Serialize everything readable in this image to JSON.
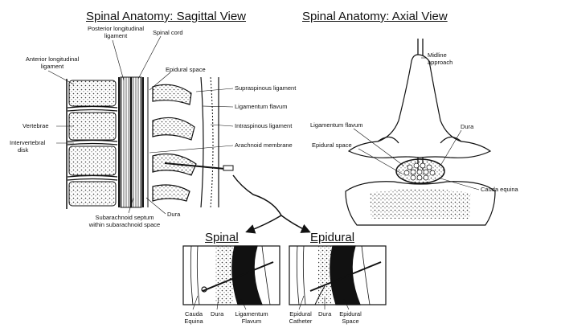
{
  "titles": {
    "sagittal": "Spinal Anatomy: Sagittal View",
    "axial": "Spinal Anatomy: Axial View",
    "spinal": "Spinal",
    "epidural": "Epidural"
  },
  "sagittal_labels": {
    "anterior_longitudinal": "Anterior longitudinal",
    "ligament_1": "ligament",
    "posterior_longitudinal": "Posterior longitudinal",
    "ligament_2": "ligament",
    "spinal_cord": "Spinal cord",
    "epidural_space": "Epidural space",
    "supraspinous": "Supraspinous ligament",
    "ligamentum_flavum": "Ligamentum flavum",
    "vertebrae": "Vertebrae",
    "intraspinous": "Intraspinous ligament",
    "intervertebral": "Intervertebral",
    "disk": "disk",
    "arachnoid": "Arachnoid membrane",
    "subarachnoid_1": "Subarachnoid septum",
    "subarachnoid_2": "within subarachnoid space",
    "dura": "Dura"
  },
  "axial_labels": {
    "midline": "Midline",
    "approach": "approach",
    "ligamentum_flavum": "Ligamentum flavum",
    "dura": "Dura",
    "epidural_space": "Epidural space",
    "cauda_equina": "Cauda equina"
  },
  "spinal_labels": {
    "cauda": "Cauda",
    "equina": "Equina",
    "dura": "Dura",
    "ligamentum": "Ligamentum",
    "flavum": "Flavum"
  },
  "epidural_labels": {
    "epidural": "Epidural",
    "catheter": "Catheter",
    "dura": "Dura",
    "epidural2": "Epidural",
    "space": "Space"
  }
}
